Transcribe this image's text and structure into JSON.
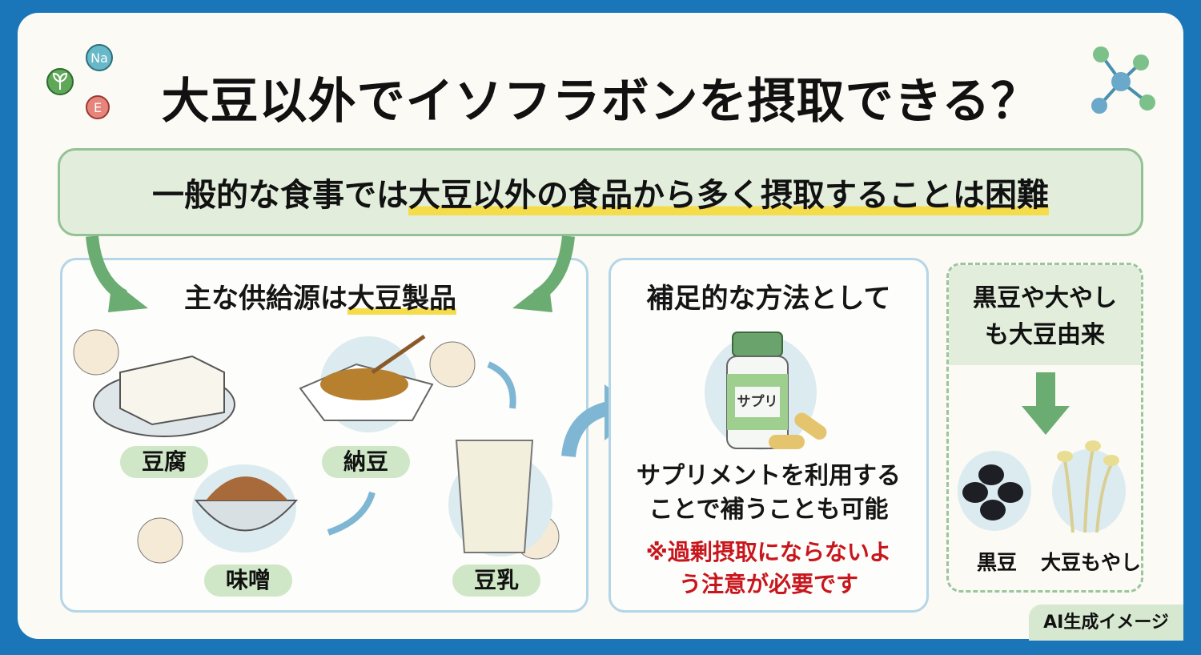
{
  "title": "大豆以外でイソフラボンを摂取できる？",
  "title_icons": {
    "left": [
      "leaf-icon",
      "Na",
      "E"
    ],
    "right": "molecule-icon"
  },
  "banner": {
    "prefix": "一般的な食事では",
    "highlight": "大豆以外の食品から多く摂取することは困難"
  },
  "main_sources": {
    "heading_prefix": "主な供給源は",
    "heading_highlight": "大豆製品",
    "items": [
      "豆腐",
      "味噌",
      "納豆",
      "豆乳"
    ]
  },
  "supplement": {
    "heading": "補足的な方法として",
    "bottle_label": "サプリ",
    "text": "サプリメントを利用することで補うことも可能",
    "warning": "※過剰摂取にならないよう注意が必要です"
  },
  "derived": {
    "heading": "黒豆や大やしも大豆由来",
    "items": [
      "黒豆",
      "大豆もやし"
    ]
  },
  "badge": "AI生成イメージ",
  "colors": {
    "border": "#1a76b8",
    "banner": "#e2eedb",
    "highlight": "#f5dc4a",
    "warning": "#c8161d",
    "arrow_green": "#6aac72",
    "arrow_blue": "#7fb6d3"
  }
}
